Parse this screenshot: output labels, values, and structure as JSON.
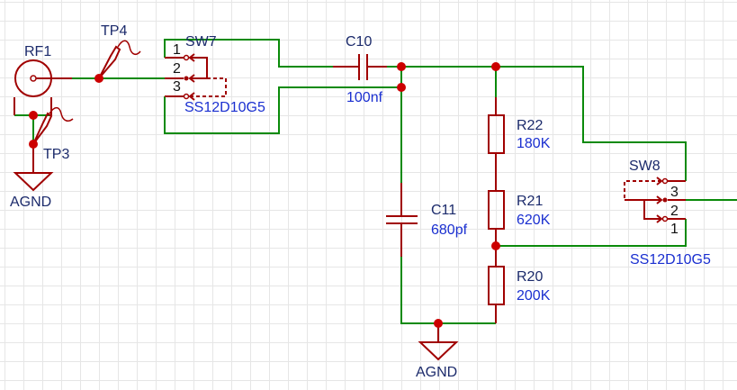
{
  "colors": {
    "wire": "#0a8a0a",
    "part": "#a00000",
    "junction": "#cc0000",
    "designator": "#1b2a6b",
    "value": "#1a2fd0",
    "grid": "#e6e6e6"
  },
  "components": {
    "rf1": {
      "designator": "RF1"
    },
    "tp4": {
      "designator": "TP4"
    },
    "tp3": {
      "designator": "TP3"
    },
    "sw7": {
      "designator": "SW7",
      "value": "SS12D10G5",
      "pins": [
        "1",
        "2",
        "3"
      ]
    },
    "sw8": {
      "designator": "SW8",
      "value": "SS12D10G5",
      "pins": [
        "3",
        "2",
        "1"
      ]
    },
    "c10": {
      "designator": "C10",
      "value": "100nf"
    },
    "c11": {
      "designator": "C11",
      "value": "680pf"
    },
    "r22": {
      "designator": "R22",
      "value": "180K"
    },
    "r21": {
      "designator": "R21",
      "value": "620K"
    },
    "r20": {
      "designator": "R20",
      "value": "200K"
    }
  },
  "nets": {
    "gnd_left": "AGND",
    "gnd_right": "AGND"
  }
}
